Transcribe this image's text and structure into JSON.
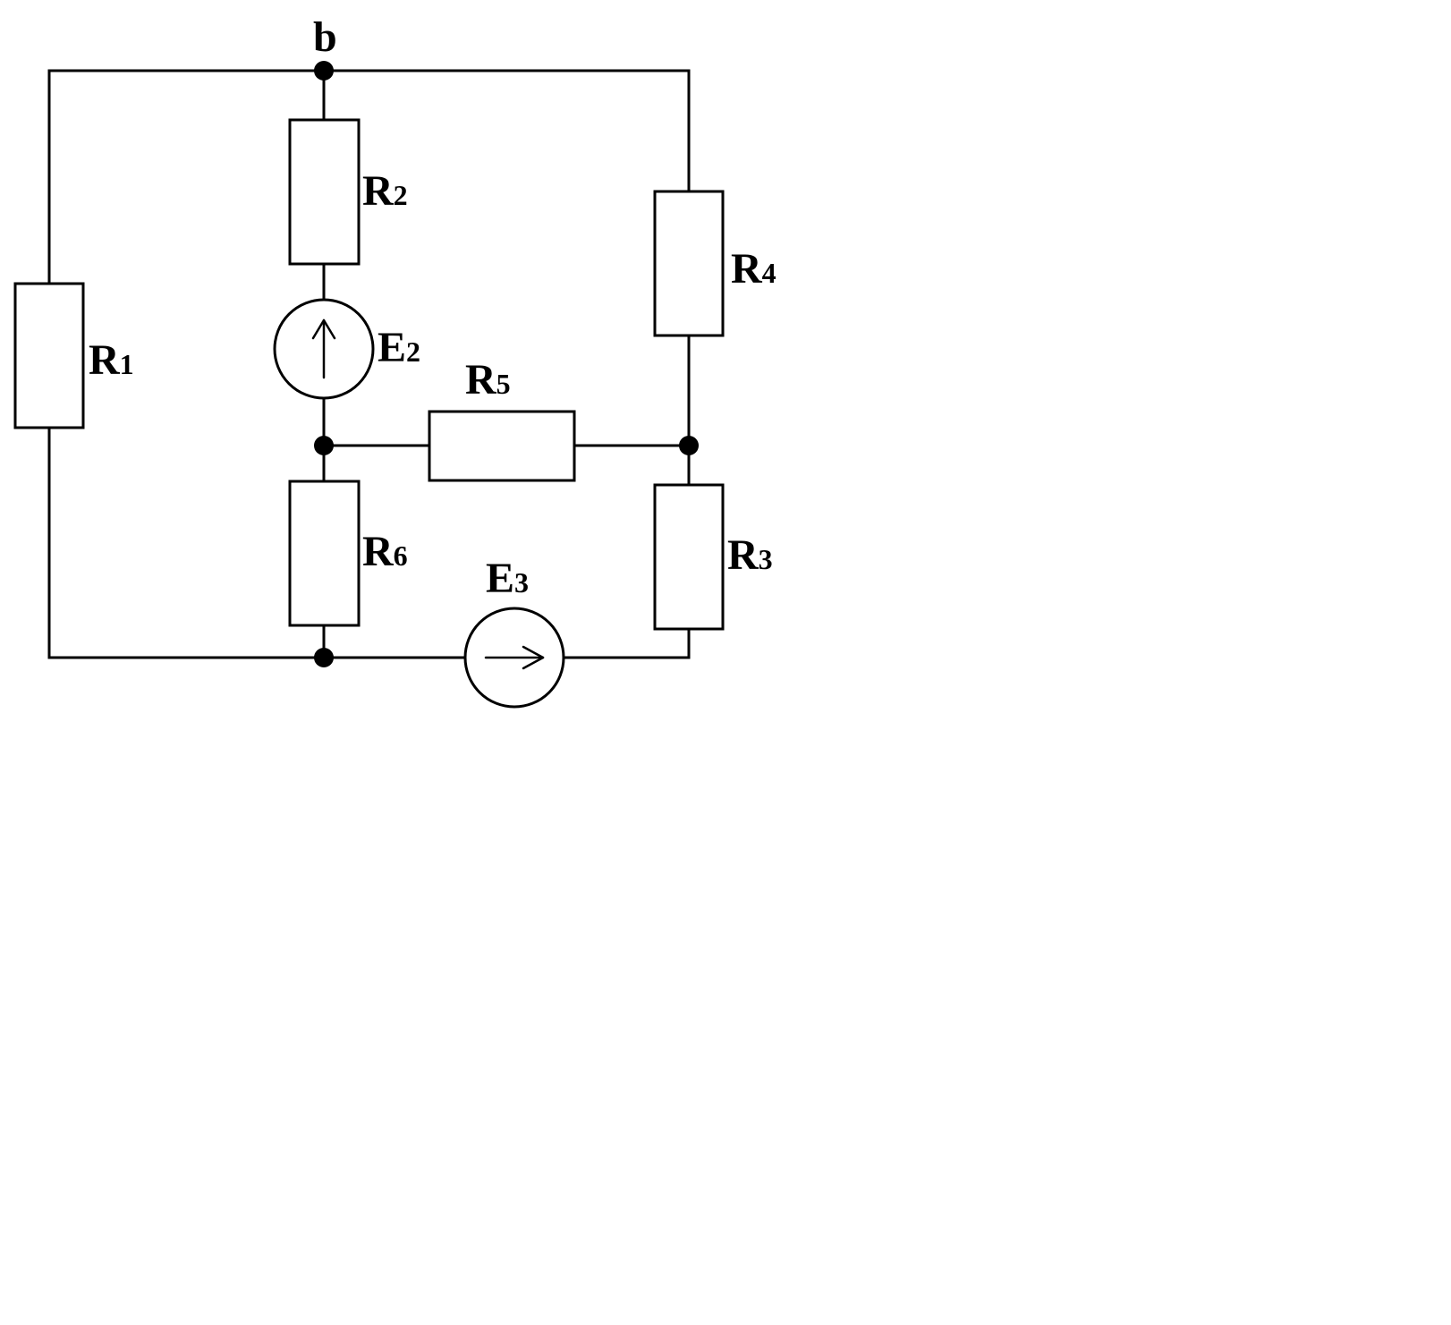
{
  "diagram": {
    "node_label": "b",
    "components": {
      "r1": {
        "letter": "R",
        "index": "1"
      },
      "r2": {
        "letter": "R",
        "index": "2"
      },
      "r3": {
        "letter": "R",
        "index": "3"
      },
      "r4": {
        "letter": "R",
        "index": "4"
      },
      "r5": {
        "letter": "R",
        "index": "5"
      },
      "r6": {
        "letter": "R",
        "index": "6"
      },
      "e2": {
        "letter": "E",
        "index": "2"
      },
      "e3": {
        "letter": "E",
        "index": "3"
      }
    }
  }
}
